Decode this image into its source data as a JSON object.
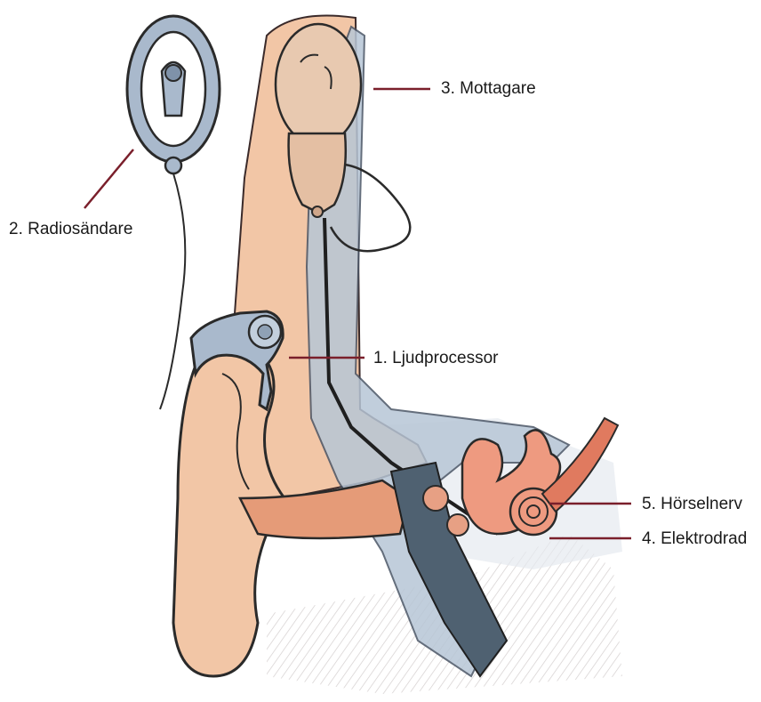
{
  "labels": {
    "processor": "1. Ljudprocessor",
    "transmitter": "2. Radiosändare",
    "receiver": "3. Mottagare",
    "electrode": "4. Elektrodrad",
    "nerve": "5. Hörselnerv"
  },
  "colors": {
    "leader_line": "#7a1f2b",
    "skin": "#f2c6a6",
    "skin_dark": "#e59b78",
    "device": "#a9b9cc",
    "device_dark": "#6f8196",
    "bone_gray": "#c7cfd8",
    "nerve": "#e07a5f"
  }
}
